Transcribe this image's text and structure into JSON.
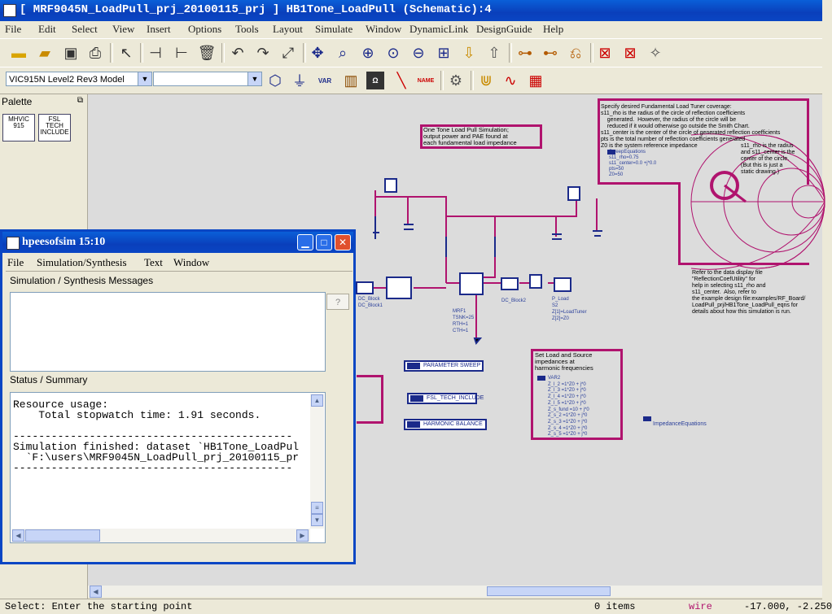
{
  "window": {
    "title": "[ MRF9045N_LoadPull_prj_20100115_prj ] HB1Tone_LoadPull (Schematic):4"
  },
  "menu": [
    "File",
    "Edit",
    "Select",
    "View",
    "Insert",
    "Options",
    "Tools",
    "Layout",
    "Simulate",
    "Window",
    "DynamicLink",
    "DesignGuide",
    "Help"
  ],
  "toolbar2": {
    "library_combo": "VIC915N Level2 Rev3 Model",
    "component_combo": "",
    "var_label": "VAR",
    "name_label": "NAME"
  },
  "palette": {
    "title": "Palette",
    "items": [
      {
        "label": "MHVIC\n915"
      },
      {
        "label": "FSL\nTECH\nINCLUDE"
      }
    ]
  },
  "schematic": {
    "note_one_tone": "One Tone Load Pull Simulation;\noutput power and PAE found at\neach fundamental load impedance",
    "note_tuner": "Specify desired Fundamental Load Tuner coverage:\ns11_rho is the radius of the circle of reflection coefficients\n    generated.  However, the radius of the circle will be\n    reduced if it would otherwise go outside the Smith Chart.\ns11_center is the center of the circle of generated reflection coefficients\npts is the total number of reflection coefficients generated\nZ0 is the system reference impedance",
    "note_smith": "s11_rho is the radius\nand s11_center is the\ncenter of the circle.\n(But this is just a\nstatic drawing.)",
    "note_refer": "Refer to the data display file\n\"ReflectionCoefUtility\" for\nhelp in selecting s11_rho and\ns11_center.  Also, refer to\nthe example design file:examples/RF_Board/\nLoadPull_prj/HB1Tone_LoadPull_eqns for\ndetails about how this simulation is run.",
    "note_harmonic": "Set Load and Source\nimpedances at\nharmonic frequencies",
    "tuner_vars": "SweepEquations\ns11_rho=0.75\ns11_center=0.0 +j*0.0\npts=50\nZ0=50",
    "harm_vars": "VAR2\nZ_l_2 =1*Z0 + j*0\nZ_l_3 =1*Z0 + j*0\nZ_l_4 =1*Z0 + j*0\nZ_l_5 =1*Z0 + j*0\nZ_s_fund =10 + j*0\nZ_s_2 =1*Z0 + j*0\nZ_s_3 =1*Z0 + j*0\nZ_s_4 =1*Z0 + j*0\nZ_s_5 =1*Z0 + j*0",
    "parameter_sweep": "PARAMETER SWEEP",
    "fsl_tech_include": "FSL_TECH_INCLUDE",
    "harmonic_balance": "HARMONIC BALANCE",
    "impedance_eq": "ImpedanceEquations",
    "dc_block1": "DC_Block\nDC_Block1",
    "dc_block2": "DC_Block2",
    "port": "P_Load\nS2\nZ[1]=LoadTuner\nZ[2]=Z0",
    "device": "MRF1\nTSNK=25\nRTH=1\nCTH=1"
  },
  "status": {
    "message": "Select: Enter the starting point",
    "items": "0 items",
    "mode": "wire",
    "coords": "-17.000, -2.250"
  },
  "dialog": {
    "title": "hpeesofsim 15:10",
    "menu": [
      "File",
      "Simulation/Synthesis",
      "Text",
      "Window"
    ],
    "sim_messages_label": "Simulation / Synthesis Messages",
    "help_button": "?",
    "status_label": "Status / Summary",
    "status_text": "Resource usage:\n    Total stopwatch time: 1.91 seconds.\n\n--------------------------------------------\nSimulation finished: dataset `HB1Tone_LoadPul\n  `F:\\users\\MRF9045N_LoadPull_prj_20100115_pr\n--------------------------------------------"
  },
  "colors": {
    "accent": "#b0136e",
    "titlebar": "#0a46c4",
    "canvas": "#dcdcdc"
  }
}
